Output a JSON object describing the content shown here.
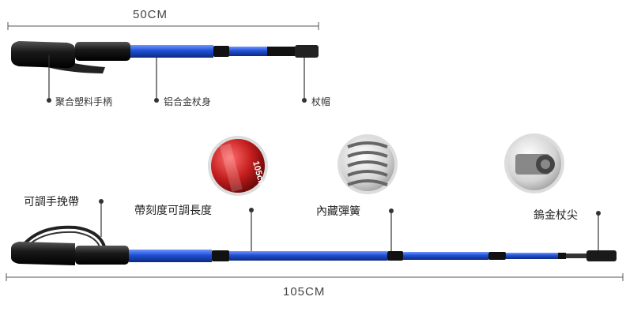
{
  "top": {
    "dimension": "50CM",
    "labels": {
      "handle": "聚合塑料手柄",
      "shaft": "铝合金杖身",
      "cap": "杖帽"
    }
  },
  "bottom": {
    "dimension": "105CM",
    "labels": {
      "strap": "可調手挽帶",
      "scale": "帶刻度可調長度",
      "spring": "內藏彈簧",
      "tip": "鎢金杖尖"
    },
    "scale_mark": "105cm"
  },
  "colors": {
    "shaft_blue": "#1f4fd6",
    "grip_black": "#1a1a1a",
    "cap_red": "#c21d1d",
    "dim_line": "#555555"
  }
}
